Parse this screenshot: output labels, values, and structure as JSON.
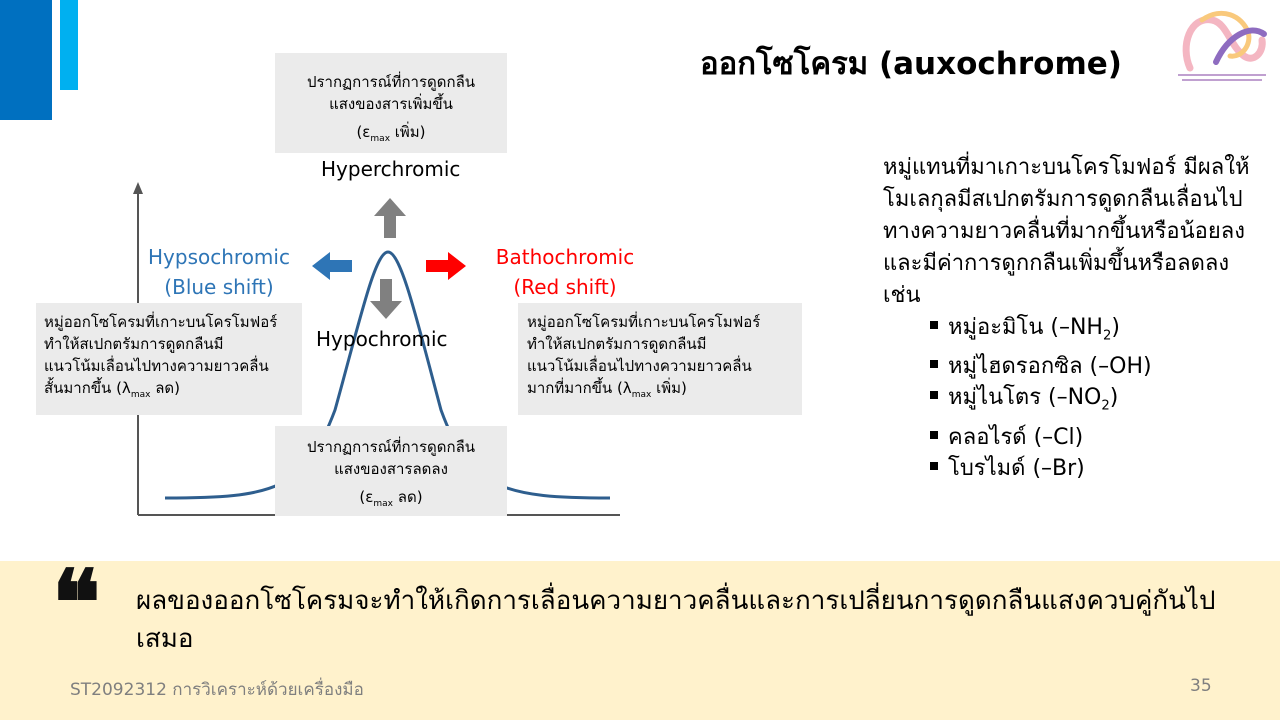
{
  "slide": {
    "title": "ออกโซโครม (auxochrome)",
    "page_number": "35",
    "footer": "ST2092312  การวิเคราะห์ด้วยเครื่องมือ",
    "colors": {
      "dark_blue": "#0070c0",
      "light_blue": "#00b0f0",
      "blue_text": "#2e75b6",
      "red_text": "#ff0000",
      "banner": "#fff2cc",
      "curve": "#2e5e8e",
      "arrow_gray": "#808080"
    }
  },
  "diagram": {
    "hyperchromic_box": {
      "line1": "ปรากฏการณ์ที่การดูดกลืน",
      "line2": "แสงของสารเพิ่มขึ้น",
      "eps": "(ε",
      "sub": "max",
      "tail": " เพิ่ม)"
    },
    "hyperchromic_label": "Hyperchromic",
    "hypsochromic_label1": "Hypsochromic",
    "hypsochromic_label2": "(Blue shift)",
    "bathochromic_label1": "Bathochromic",
    "bathochromic_label2": "(Red shift)",
    "hypochromic_label": "Hypochromic",
    "left_box": {
      "line1": "หมู่ออกโซโครมที่เกาะบนโครโมฟอร์",
      "line2": "ทำให้สเปกตรัมการดูดกลืนมี",
      "line3": "แนวโน้มเลื่อนไปทางความยาวคลื่น",
      "line4a": "สั้นมากขึ้น (λ",
      "sub": "max",
      "line4b": " ลด)"
    },
    "right_box": {
      "line1": "หมู่ออกโซโครมที่เกาะบนโครโมฟอร์",
      "line2": "ทำให้สเปกตรัมการดูดกลืนมี",
      "line3": "แนวโน้มเลื่อนไปทางความยาวคลื่น",
      "line4a": "มากที่มากขึ้น (λ",
      "sub": "max",
      "line4b": " เพิ่ม)"
    },
    "hypochromic_box": {
      "line1": "ปรากฏการณ์ที่การดูดกลืน",
      "line2": "แสงของสารลดลง",
      "eps": "(ε",
      "sub": "max",
      "tail": " ลด)"
    }
  },
  "description": {
    "text": "หมู่แทนที่มาเกาะบนโครโมฟอร์ มีผลให้โมเลกุลมีสเปกตรัมการดูดกลืนเลื่อนไปทางความยาวคลื่นที่มากขึ้นหรือน้อยลง และมีค่าการดูกกลืนเพิ่มขึ้นหรือลดลง เช่น",
    "bullets": [
      {
        "a": "หมู่อะมิโน (–NH",
        "sub": "2",
        "b": ")"
      },
      {
        "a": "หมู่ไฮดรอกซิล (–OH)",
        "sub": "",
        "b": ""
      },
      {
        "a": "หมู่ไนโตร (–NO",
        "sub": "2",
        "b": ")"
      },
      {
        "a": "คลอไรด์ (–Cl)",
        "sub": "",
        "b": ""
      },
      {
        "a": "โบรไมด์ (–Br)",
        "sub": "",
        "b": ""
      }
    ]
  },
  "quote": {
    "mark": "❝",
    "text": "ผลของออกโซโครมจะทำให้เกิดการเลื่อนความยาวคลื่นและการเปลี่ยนการดูดกลืนแสงควบคู่กันไปเสมอ"
  }
}
